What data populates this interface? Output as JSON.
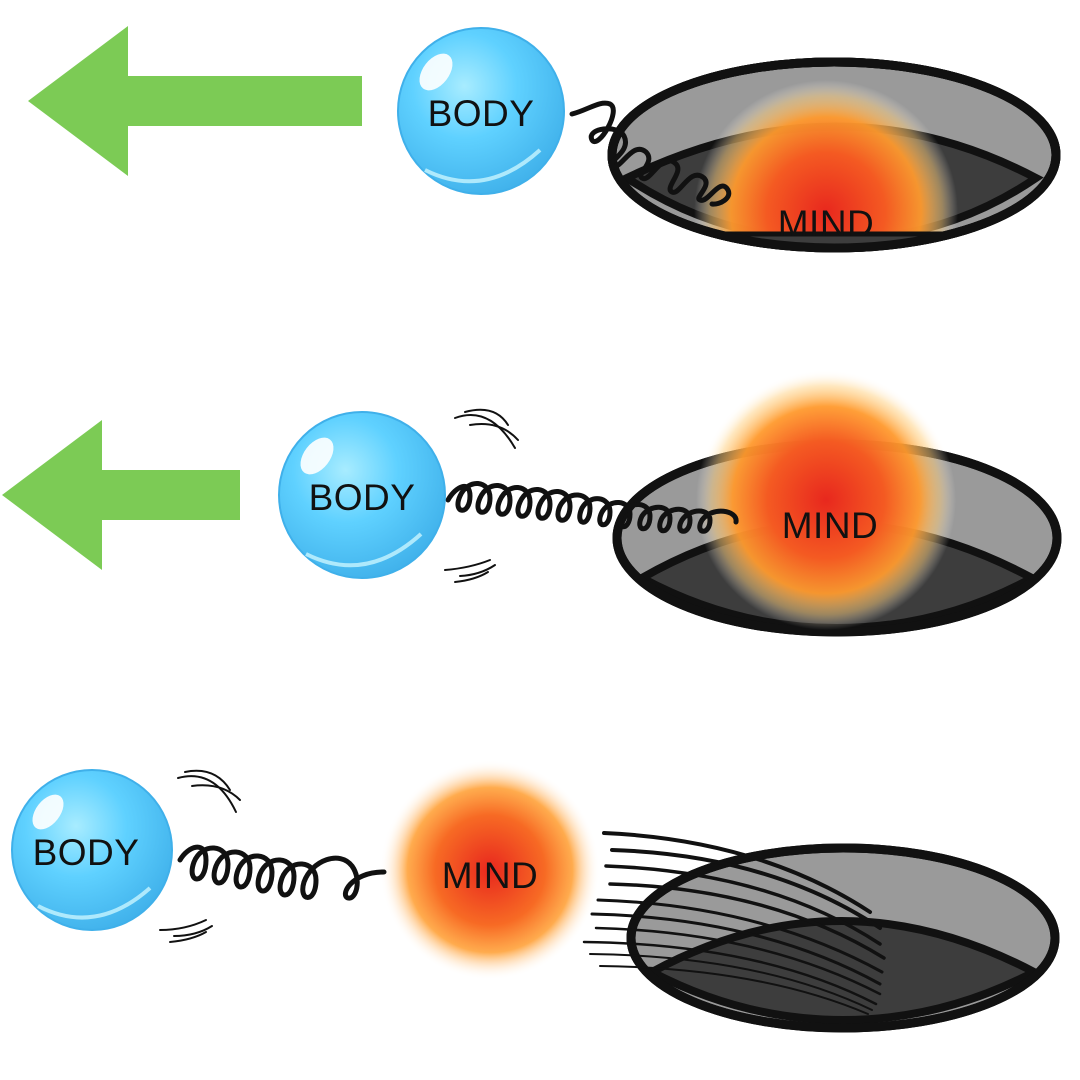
{
  "colors": {
    "arrow": "#7ccb55",
    "body_light": "#a8ecff",
    "body_main": "#5fd1ff",
    "body_edge": "#3fb0ea",
    "mind_core": "#e8281e",
    "mind_mid": "#ff8a26",
    "hole_rim": "#9a9a9a",
    "hole_inner": "#3d3d3d",
    "outline": "#111111"
  },
  "panels": [
    {
      "body_label": "BODY",
      "mind_label": "MIND",
      "state": "mind in hole, spring coiled",
      "motion_lines": false,
      "icons": [
        "left-arrow-icon",
        "body-ball-icon",
        "spring-icon",
        "hole-icon",
        "mind-glow-icon"
      ]
    },
    {
      "body_label": "BODY",
      "mind_label": "MIND",
      "state": "mind rising out of hole, spring stretched",
      "motion_lines": true,
      "icons": [
        "left-arrow-icon",
        "body-ball-icon",
        "spring-icon",
        "hole-icon",
        "mind-glow-icon",
        "motion-lines-icon"
      ]
    },
    {
      "body_label": "BODY",
      "mind_label": "MIND",
      "state": "mind free of hole, springing away",
      "motion_lines": true,
      "icons": [
        "body-ball-icon",
        "spring-icon",
        "mind-glow-icon",
        "speed-lines-icon",
        "hole-icon"
      ]
    }
  ]
}
